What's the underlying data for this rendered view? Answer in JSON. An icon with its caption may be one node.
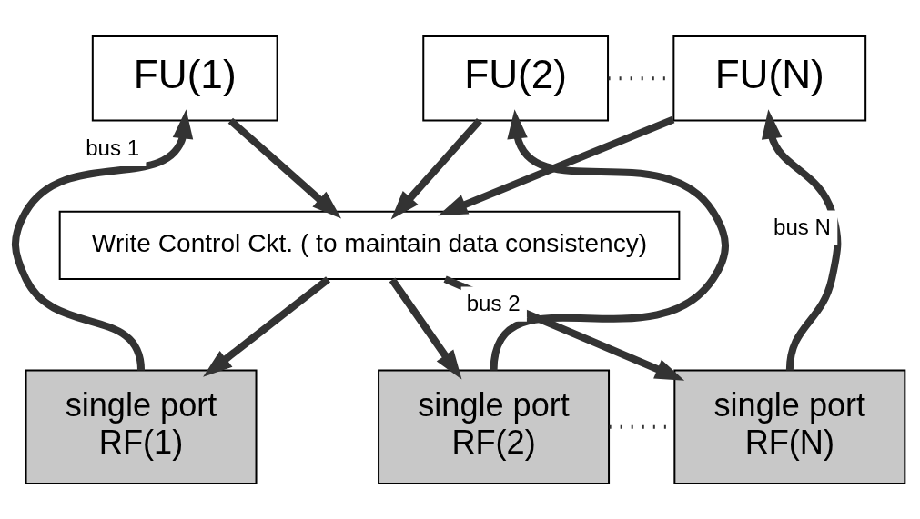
{
  "diagram": {
    "nodes": [
      {
        "text": [
          "FU(1)"
        ]
      },
      {
        "text": [
          "FU(2)"
        ]
      },
      {
        "text": [
          "FU(N)"
        ]
      },
      {
        "text": [
          "Write Control Ckt. ( to maintain data consistency)"
        ]
      },
      {
        "text": [
          "single port",
          "RF(1)"
        ]
      },
      {
        "text": [
          "single port",
          "RF(2)"
        ]
      },
      {
        "text": [
          "single port",
          "RF(N)"
        ]
      }
    ],
    "edges": [
      {
        "from": 4,
        "to": 0,
        "arrow": "to",
        "label": "bus 1"
      },
      {
        "from": 0,
        "to": 3,
        "arrow": "to"
      },
      {
        "from": 3,
        "to": 4,
        "arrow": "to"
      },
      {
        "from": 5,
        "to": 1,
        "arrow": "to",
        "label": "bus 2"
      },
      {
        "from": 1,
        "to": 3,
        "arrow": "to"
      },
      {
        "from": 3,
        "to": 5,
        "arrow": "to"
      },
      {
        "from": 6,
        "to": 2,
        "arrow": "to",
        "label": "bus N"
      },
      {
        "from": 2,
        "to": 3,
        "arrow": "to"
      },
      {
        "from": 3,
        "to": 6,
        "arrow": "to"
      },
      {
        "from": 1,
        "to": 2,
        "arrow": "none",
        "style": "dashed"
      },
      {
        "from": 5,
        "to": 6,
        "arrow": "none",
        "style": "dashed"
      }
    ]
  }
}
